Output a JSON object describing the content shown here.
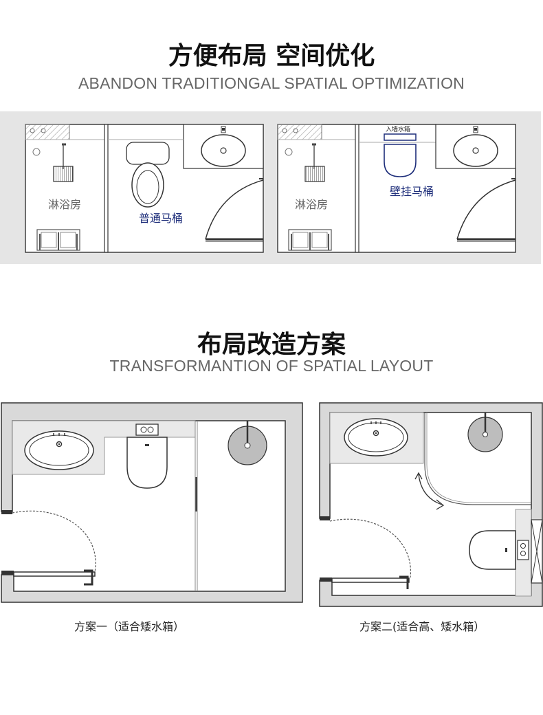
{
  "section1": {
    "title": "方便布局 空间优化",
    "subtitle": "ABANDON TRADITIONGAL SPATIAL OPTIMIZATION",
    "plan_left": {
      "shower_label": "淋浴房",
      "toilet_label": "普通马桶"
    },
    "plan_right": {
      "shower_label": "淋浴房",
      "toilet_label": "壁挂马桶",
      "tank_label": "入墙水箱"
    }
  },
  "section2": {
    "title": "布局改造方案",
    "subtitle": "TRANSFORMANTION OF SPATIAL LAYOUT",
    "plan_a": {
      "caption": "方案一（适合矮水箱）"
    },
    "plan_b": {
      "caption": "方案二(适合高、矮水箱）"
    }
  },
  "colors": {
    "line": "#333333",
    "wall_fill": "#d9d9d9",
    "band_bg": "#e5e5e5",
    "label_blue": "#1d2d7a",
    "label_gray": "#666666"
  }
}
